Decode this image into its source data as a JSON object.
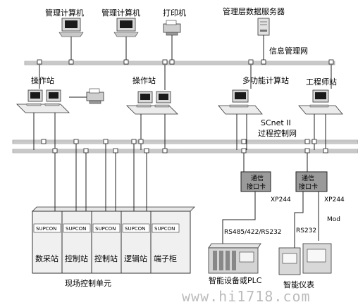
{
  "labels": {
    "mgmt_pc1": "管理计算机",
    "mgmt_pc2": "管理计算机",
    "printer": "打印机",
    "data_server": "管理层数据服务器",
    "info_network": "信息管理网",
    "op_station1": "操作站",
    "op_station2": "操作站",
    "multi_station": "多功能计算站",
    "engineer_station": "工程师站",
    "scnet_name": "SCnet II",
    "scnet_desc": "过程控制网",
    "comm_card1_a": "通信",
    "comm_card1_b": "接口卡",
    "comm_card2_a": "通信",
    "comm_card2_b": "接口卡",
    "xp244_a": "XP244",
    "xp244_b": "XP244",
    "rs485": "RS485/422/RS232",
    "rs232": "RS232",
    "mod": "Mod",
    "smart_plc": "智能设备或PLC",
    "smart_meter": "智能仪表",
    "field_unit": "现场控制单元",
    "watermark": "www.hi1718.com"
  },
  "cabinets": [
    {
      "brand": "SUPCON",
      "name": "数采站"
    },
    {
      "brand": "SUPCON",
      "name": "控制站"
    },
    {
      "brand": "SUPCON",
      "name": "控制站"
    },
    {
      "brand": "SUPCON",
      "name": "逻辑站"
    },
    {
      "brand": "SUPCON",
      "name": "端子柜"
    }
  ]
}
